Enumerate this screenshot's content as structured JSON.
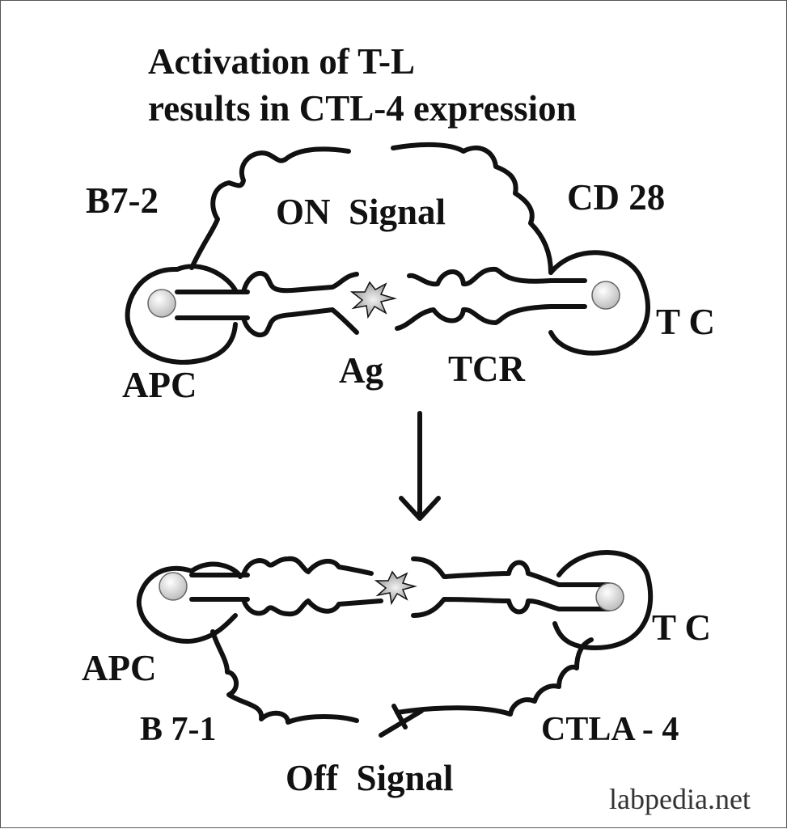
{
  "diagram": {
    "title_line1": "Activation of T-L",
    "title_line2": "results in CTL-4 expression",
    "top": {
      "left_receptor": "B7-2",
      "signal": "ON  Signal",
      "right_receptor": "CD 28",
      "right_cell": "T C",
      "left_cell": "APC",
      "antigen": "Ag",
      "receptor": "TCR"
    },
    "bottom": {
      "left_cell": "APC",
      "right_cell": "T C",
      "left_receptor": "B 7-1",
      "right_receptor": "CTLA - 4",
      "signal": "Off  Signal"
    },
    "watermark": "labpedia.net"
  },
  "colors": {
    "ink": "#111111",
    "nucleus": "#d9d9d9",
    "antigen": "#a8a8a8",
    "border": "#555555"
  }
}
